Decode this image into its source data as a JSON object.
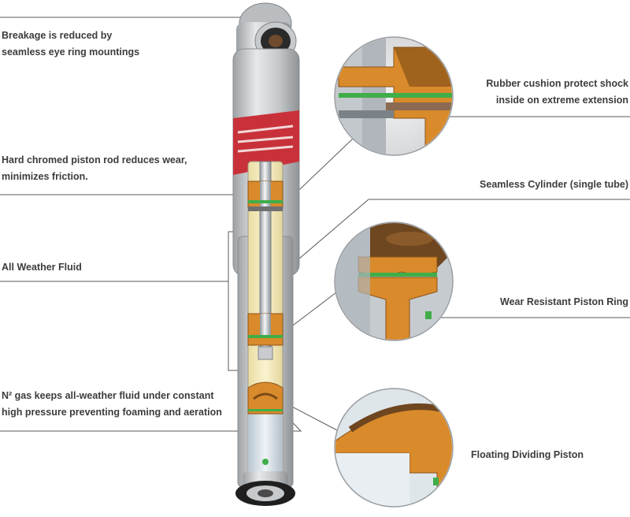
{
  "labels": {
    "eye_ring": [
      "Breakage is reduced by",
      "seamless eye ring mountings"
    ],
    "piston_rod": [
      "Hard chromed piston rod reduces wear,",
      "minimizes friction."
    ],
    "fluid": "All Weather Fluid",
    "gas": [
      "N² gas keeps all-weather fluid under constant",
      "high pressure preventing foaming and aeration"
    ],
    "rubber_cushion": [
      "Rubber cushion protect shock",
      "inside on extreme extension"
    ],
    "cylinder": "Seamless Cylinder (single tube)",
    "piston_ring": "Wear Resistant Piston Ring",
    "dividing_piston": "Floating Dividing Piston"
  },
  "colors": {
    "text": "#3c3c3c",
    "leader_line": "#5a5a5a",
    "body_silver": "#c9ccce",
    "cut_fluid": "#f3e7b6",
    "cut_orange": "#d98a2b",
    "seal_green": "#3fae49",
    "brand_red": "#c9313a"
  },
  "icons": {
    "shock": "shock-absorber-cutaway-illustration",
    "detail_circles": [
      "rubber-cushion-detail",
      "piston-ring-detail",
      "dividing-piston-detail"
    ]
  }
}
